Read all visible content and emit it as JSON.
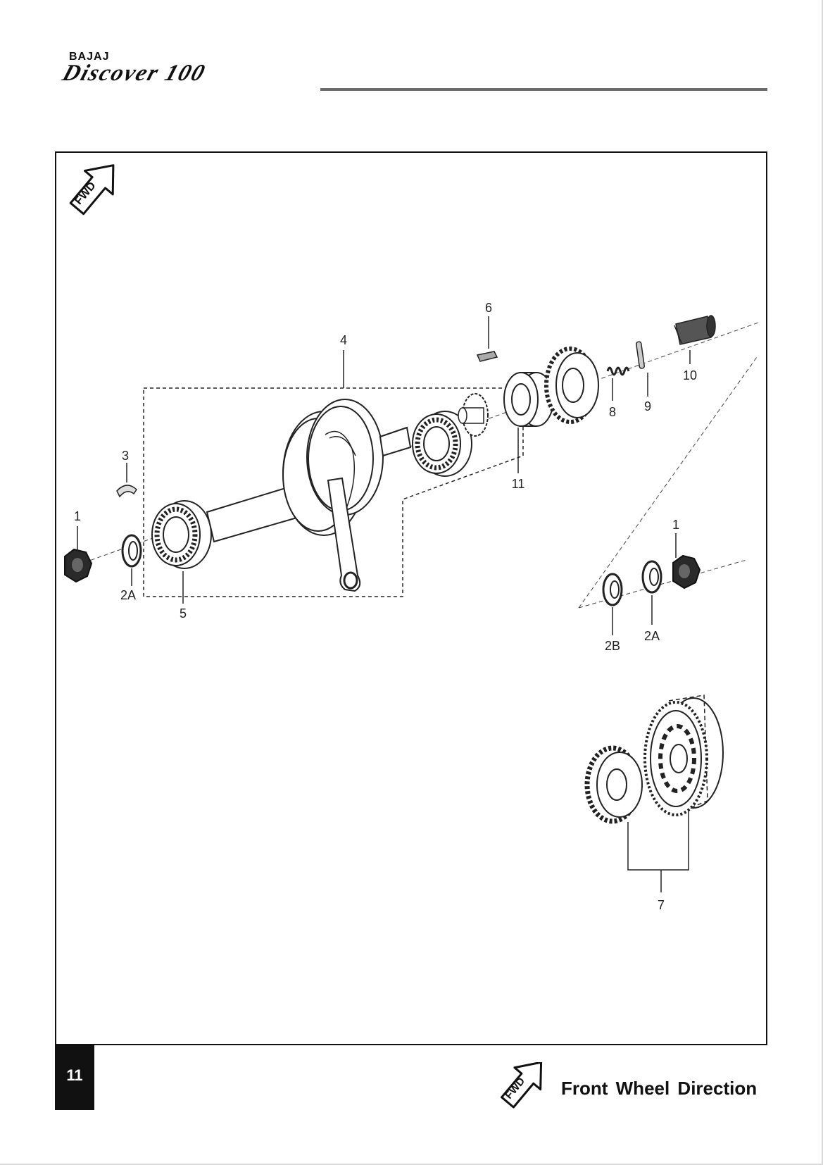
{
  "header": {
    "brand_name": "BAJAJ",
    "model_name": "Discover 100"
  },
  "diagram": {
    "fwd_icon_label": "FWD",
    "part_numbers": {
      "p1_left": "1",
      "p2a_left": "2A",
      "p3": "3",
      "p4": "4",
      "p5": "5",
      "p6": "6",
      "p7": "7",
      "p8": "8",
      "p9": "9",
      "p10": "10",
      "p11": "11",
      "p1_right": "1",
      "p2b": "2B",
      "p2a_right": "2A"
    }
  },
  "footer": {
    "page_number": "11",
    "legend_icon_label": "FWD",
    "legend_text": "Front Wheel Direction"
  }
}
